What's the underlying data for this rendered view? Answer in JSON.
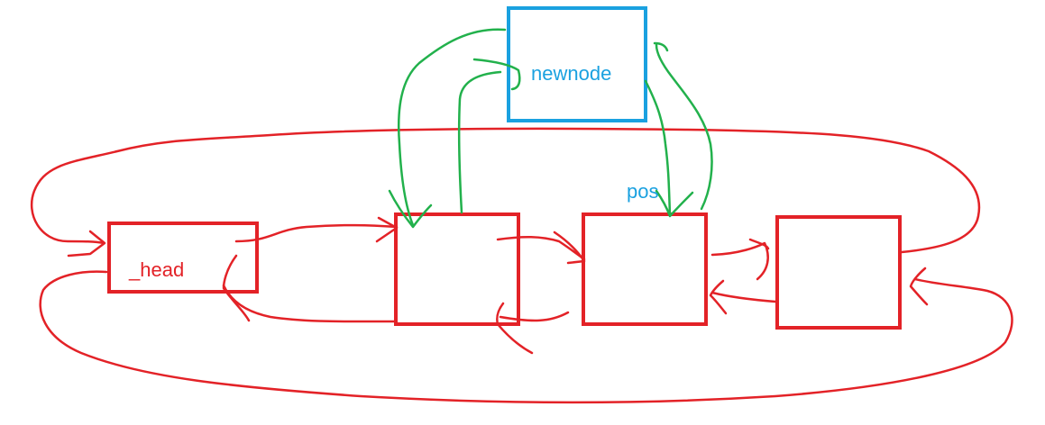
{
  "diagram": {
    "nodes": {
      "head": {
        "label": "_head"
      },
      "node1": {
        "label": ""
      },
      "pos": {
        "label": ""
      },
      "node3": {
        "label": ""
      },
      "newnode": {
        "label": "newnode"
      }
    },
    "pos_label": "pos"
  },
  "colors": {
    "list": "#e32227",
    "new": "#1aa1e0",
    "link": "#22b14c"
  }
}
